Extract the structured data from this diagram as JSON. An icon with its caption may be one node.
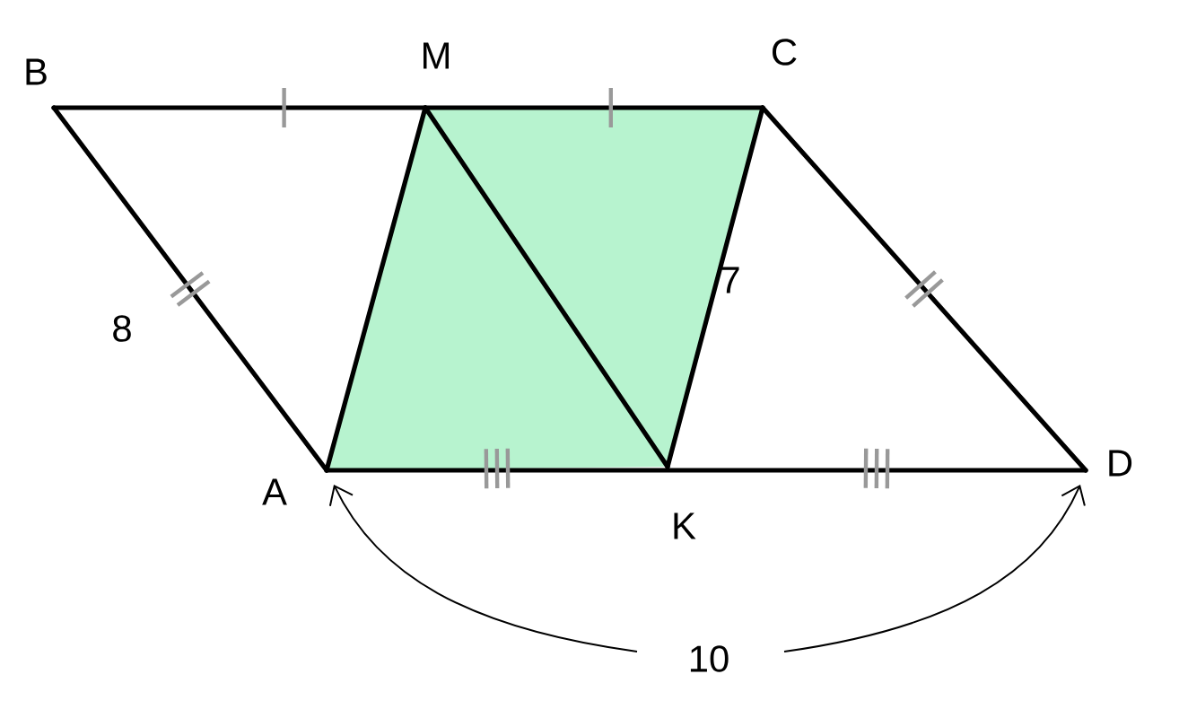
{
  "diagram": {
    "labels": [
      "B",
      "M",
      "C",
      "8",
      "7",
      "A",
      "K",
      "D",
      "10"
    ]
  }
}
